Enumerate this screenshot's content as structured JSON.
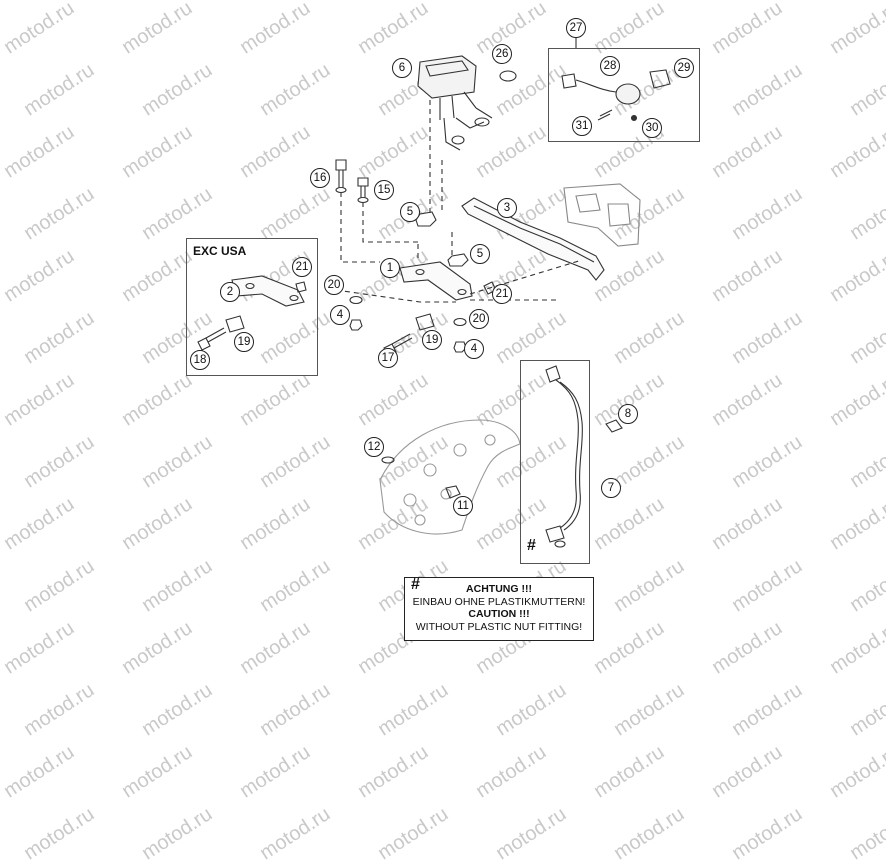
{
  "watermark": "motod.ru",
  "inset_exc": {
    "title": "EXC USA"
  },
  "callouts": {
    "c1": "1",
    "c2": "2",
    "c3": "3",
    "c4a": "4",
    "c4b": "4",
    "c5a": "5",
    "c5b": "5",
    "c6": "6",
    "c7": "7",
    "c8": "8",
    "c11": "11",
    "c12": "12",
    "c15": "15",
    "c16": "16",
    "c17": "17",
    "c18": "18",
    "c19a": "19",
    "c19b": "19",
    "c20a": "20",
    "c20b": "20",
    "c21a": "21",
    "c21b": "21",
    "c26": "26",
    "c27": "27",
    "c28": "28",
    "c29": "29",
    "c30": "30",
    "c31": "31"
  },
  "hash_symbol": "#",
  "warning": {
    "hash": "#",
    "line1": "ACHTUNG !!!",
    "line2": "EINBAU OHNE PLASTIKMUTTERN!",
    "line3": "CAUTION !!!",
    "line4": "WITHOUT PLASTIC NUT FITTING!"
  }
}
